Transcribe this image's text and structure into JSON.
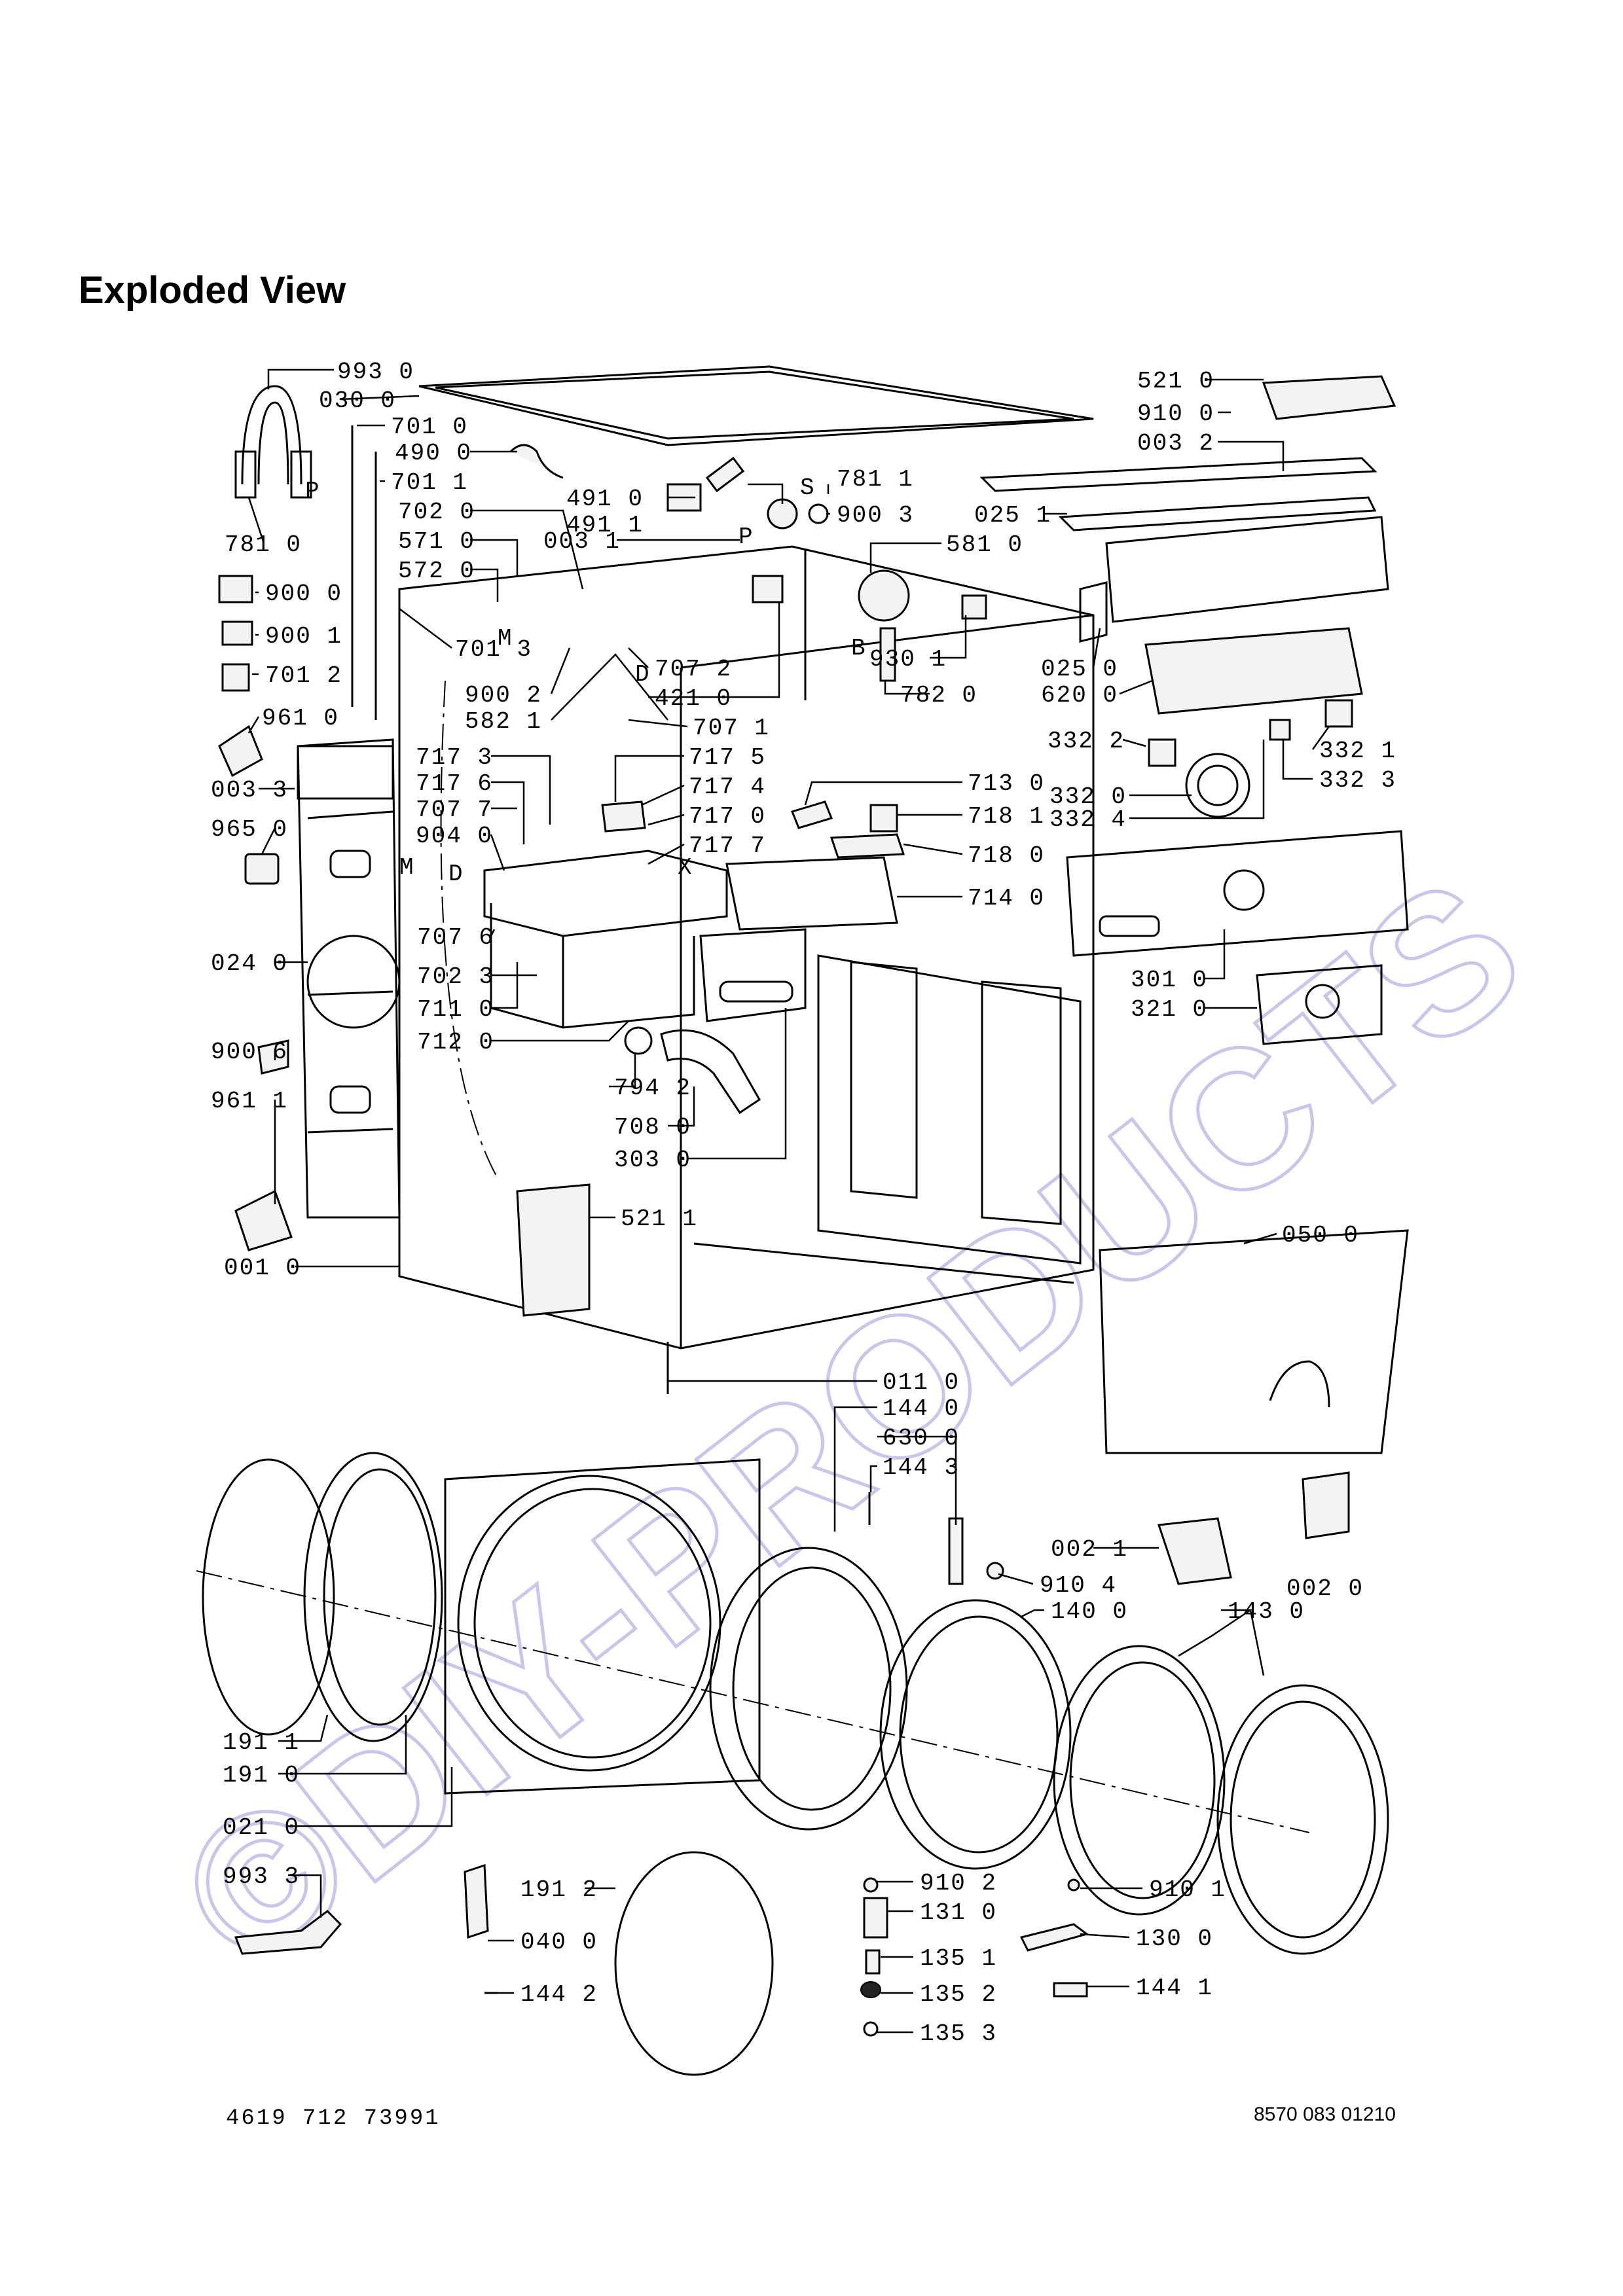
{
  "title": "Exploded View",
  "watermark": "©DIY-PRODUCTS",
  "footer": {
    "left_code": "4619 712 73991",
    "right_code": "8570 083 01210"
  },
  "letters": {
    "p1": "P",
    "p2": "P",
    "s": "S",
    "m1": "M",
    "m2": "M",
    "d1": "D",
    "d2": "D",
    "b": "B",
    "x": "X"
  },
  "labels": [
    {
      "id": "l9930",
      "text": "993 0"
    },
    {
      "id": "l0300",
      "text": "030 0"
    },
    {
      "id": "l7010",
      "text": "701 0"
    },
    {
      "id": "l4900",
      "text": "490 0"
    },
    {
      "id": "l7011",
      "text": "701 1"
    },
    {
      "id": "l7020",
      "text": "702 0"
    },
    {
      "id": "l5710",
      "text": "571 0"
    },
    {
      "id": "l5720",
      "text": "572 0"
    },
    {
      "id": "l0031",
      "text": "003 1"
    },
    {
      "id": "l4910",
      "text": "491 0"
    },
    {
      "id": "l4911",
      "text": "491 1"
    },
    {
      "id": "l7811",
      "text": "781 1"
    },
    {
      "id": "l9003",
      "text": "900 3"
    },
    {
      "id": "l5810",
      "text": "581 0"
    },
    {
      "id": "l0251",
      "text": "025 1"
    },
    {
      "id": "l5210",
      "text": "521 0"
    },
    {
      "id": "l9100",
      "text": "910 0"
    },
    {
      "id": "l0032",
      "text": "003 2"
    },
    {
      "id": "l7810",
      "text": "781 0"
    },
    {
      "id": "l9000",
      "text": "900 0"
    },
    {
      "id": "l9001",
      "text": "900 1"
    },
    {
      "id": "l7012",
      "text": "701 2"
    },
    {
      "id": "l9610",
      "text": "961 0"
    },
    {
      "id": "l0033",
      "text": "003 3"
    },
    {
      "id": "l9650",
      "text": "965 0"
    },
    {
      "id": "l0240",
      "text": "024 0"
    },
    {
      "id": "l9006",
      "text": "900 6"
    },
    {
      "id": "l9611",
      "text": "961 1"
    },
    {
      "id": "l0010",
      "text": "001 0"
    },
    {
      "id": "l7013",
      "text": "701 3"
    },
    {
      "id": "l9002",
      "text": "900 2"
    },
    {
      "id": "l5821",
      "text": "582 1"
    },
    {
      "id": "l7072",
      "text": "707 2"
    },
    {
      "id": "l4210",
      "text": "421 0"
    },
    {
      "id": "l7071",
      "text": "707 1"
    },
    {
      "id": "l9301",
      "text": "930 1"
    },
    {
      "id": "l7820",
      "text": "782 0"
    },
    {
      "id": "l0250",
      "text": "025 0"
    },
    {
      "id": "l6200",
      "text": "620 0"
    },
    {
      "id": "l3322",
      "text": "332 2"
    },
    {
      "id": "l3321",
      "text": "332 1"
    },
    {
      "id": "l3320",
      "text": "332 0"
    },
    {
      "id": "l3323",
      "text": "332 3"
    },
    {
      "id": "l3324",
      "text": "332 4"
    },
    {
      "id": "l7173",
      "text": "717 3"
    },
    {
      "id": "l7176",
      "text": "717 6"
    },
    {
      "id": "l7077",
      "text": "707 7"
    },
    {
      "id": "l9040",
      "text": "904 0"
    },
    {
      "id": "l7175",
      "text": "717 5"
    },
    {
      "id": "l7174",
      "text": "717 4"
    },
    {
      "id": "l7170",
      "text": "717 0"
    },
    {
      "id": "l7177",
      "text": "717 7"
    },
    {
      "id": "l7130",
      "text": "713 0"
    },
    {
      "id": "l7181",
      "text": "718 1"
    },
    {
      "id": "l7180",
      "text": "718 0"
    },
    {
      "id": "l7140",
      "text": "714 0"
    },
    {
      "id": "l7076",
      "text": "707 6"
    },
    {
      "id": "l7023",
      "text": "702 3"
    },
    {
      "id": "l7110",
      "text": "711 0"
    },
    {
      "id": "l7120",
      "text": "712 0"
    },
    {
      "id": "l7942",
      "text": "794 2"
    },
    {
      "id": "l7080",
      "text": "708 0"
    },
    {
      "id": "l3030",
      "text": "303 0"
    },
    {
      "id": "l5211",
      "text": "521 1"
    },
    {
      "id": "l3010",
      "text": "301 0"
    },
    {
      "id": "l3210",
      "text": "321 0"
    },
    {
      "id": "l0500",
      "text": "050 0"
    },
    {
      "id": "l0110",
      "text": "011 0"
    },
    {
      "id": "l1440",
      "text": "144 0"
    },
    {
      "id": "l6300",
      "text": "630 0"
    },
    {
      "id": "l1443",
      "text": "144 3"
    },
    {
      "id": "l0021",
      "text": "002 1"
    },
    {
      "id": "l0020",
      "text": "002 0"
    },
    {
      "id": "l9104",
      "text": "910 4"
    },
    {
      "id": "l1400",
      "text": "140 0"
    },
    {
      "id": "l1430",
      "text": "143 0"
    },
    {
      "id": "l1911",
      "text": "191 1"
    },
    {
      "id": "l1910",
      "text": "191 0"
    },
    {
      "id": "l0210",
      "text": "021 0"
    },
    {
      "id": "l9933",
      "text": "993 3"
    },
    {
      "id": "l1912",
      "text": "191 2"
    },
    {
      "id": "l0400",
      "text": "040 0"
    },
    {
      "id": "l1442",
      "text": "144 2"
    },
    {
      "id": "l9102",
      "text": "910 2"
    },
    {
      "id": "l1310",
      "text": "131 0"
    },
    {
      "id": "l1351",
      "text": "135 1"
    },
    {
      "id": "l1352",
      "text": "135 2"
    },
    {
      "id": "l1353",
      "text": "135 3"
    },
    {
      "id": "l9101",
      "text": "910 1"
    },
    {
      "id": "l1300",
      "text": "130 0"
    },
    {
      "id": "l1441",
      "text": "144 1"
    }
  ]
}
